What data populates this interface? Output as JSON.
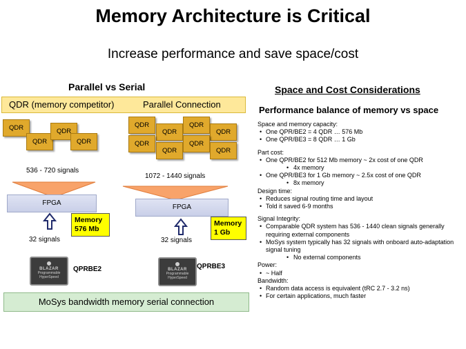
{
  "title": "Memory Architecture is Critical",
  "subtitle": "Increase performance and save space/cost",
  "left": {
    "heading": "Parallel vs Serial",
    "banner_left": "QDR (memory competitor)",
    "banner_right": "Parallel Connection",
    "qdr_label": "QDR",
    "left_signals": "536 - 720 signals",
    "right_signals": "1072 - 1440 signals",
    "fpga_label": "FPGA",
    "left_memory_line1": "Memory",
    "left_memory_line2": "576 Mb",
    "right_memory_line1": "Memory",
    "right_memory_line2": "1 Gb",
    "serial_signals": "32 signals",
    "chip_text": "BLAZAR",
    "chip_sub": "Programmable HyperSpeed",
    "left_chip_label": "QPRBE2",
    "right_chip_label": "QPRBE3",
    "bottom_banner": "MoSys bandwidth memory serial connection",
    "colors": {
      "qdr": "#e0a92c",
      "banner": "#fee89a",
      "arrow_orange": "#f8a36a",
      "arrow_navy": "#1f2a6b",
      "memory_box": "#ffff00",
      "bottom": "#d5ecd2"
    }
  },
  "right": {
    "heading": "Space and Cost Considerations",
    "subheading": "Performance balance of memory vs space",
    "sections": [
      {
        "title": "Space and memory capacity:",
        "items": [
          {
            "level": 1,
            "text": "One QPR/BE2  = 4 QDR  … 576 Mb"
          },
          {
            "level": 1,
            "text": "One QPR/BE3  = 8 QDR  …     1 Gb"
          }
        ]
      },
      {
        "title": "Part cost:",
        "items": [
          {
            "level": 1,
            "text": "One QPR/BE2  for 512 Mb memory ~ 2x cost of one QDR"
          },
          {
            "level": 2,
            "text": "4x memory"
          },
          {
            "level": 1,
            "text": "One QPR/BE3  for 1 Gb memory  ~ 2.5x cost of one QDR"
          },
          {
            "level": 2,
            "text": "8x memory"
          }
        ]
      },
      {
        "title": "Design time:",
        "items": [
          {
            "level": 1,
            "text": "Reduces signal routing time and layout"
          },
          {
            "level": 1,
            "text": "Told it saved 6-9 months"
          }
        ]
      },
      {
        "title": "Signal Integrity:",
        "items": [
          {
            "level": 1,
            "text": "Comparable QDR  system has 536 - 1440 clean signals generally requiring external components"
          },
          {
            "level": 1,
            "text": "MoSys system typically has 32 signals with onboard auto-adaptation signal tuning"
          },
          {
            "level": 2,
            "text": "No external components"
          }
        ]
      },
      {
        "title": "Power:",
        "items": [
          {
            "level": 1,
            "text": "~ Half"
          }
        ]
      },
      {
        "title": "Bandwidth:",
        "items": [
          {
            "level": 1,
            "text": "Random data access is equivalent (tRC 2.7 - 3.2 ns)"
          },
          {
            "level": 1,
            "text": "For certain applications, much faster"
          }
        ]
      }
    ]
  }
}
